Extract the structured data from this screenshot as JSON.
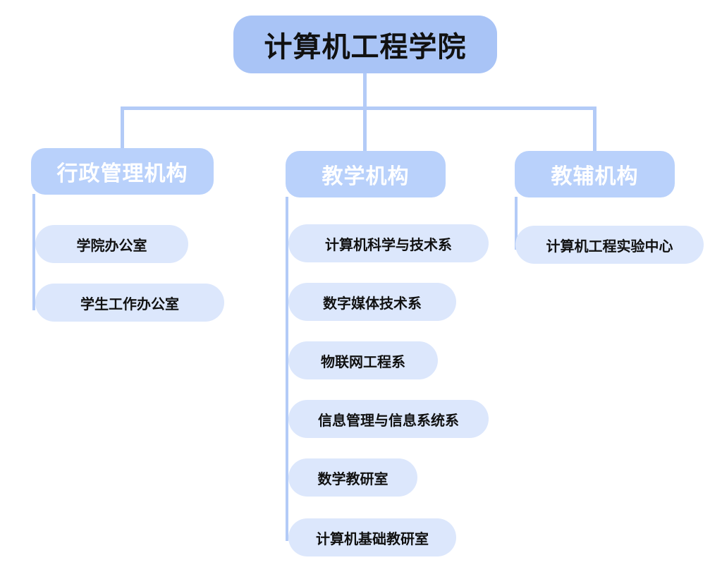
{
  "root": {
    "label": "计算机工程学院"
  },
  "branches": [
    {
      "label": "行政管理机构",
      "items": [
        "学院办公室",
        "学生工作办公室"
      ]
    },
    {
      "label": "教学机构",
      "items": [
        "计算机科学与技术系",
        "数字媒体技术系",
        "物联网工程系",
        "信息管理与信息系统系",
        "数学教研室",
        "计算机基础教研室"
      ]
    },
    {
      "label": "教辅机构",
      "items": [
        "计算机工程实验中心"
      ]
    }
  ],
  "colors": {
    "root": "#a9c4f6",
    "category": "#b9d1fb",
    "item": "#dce7fc",
    "connector": "#b3cbf7"
  }
}
